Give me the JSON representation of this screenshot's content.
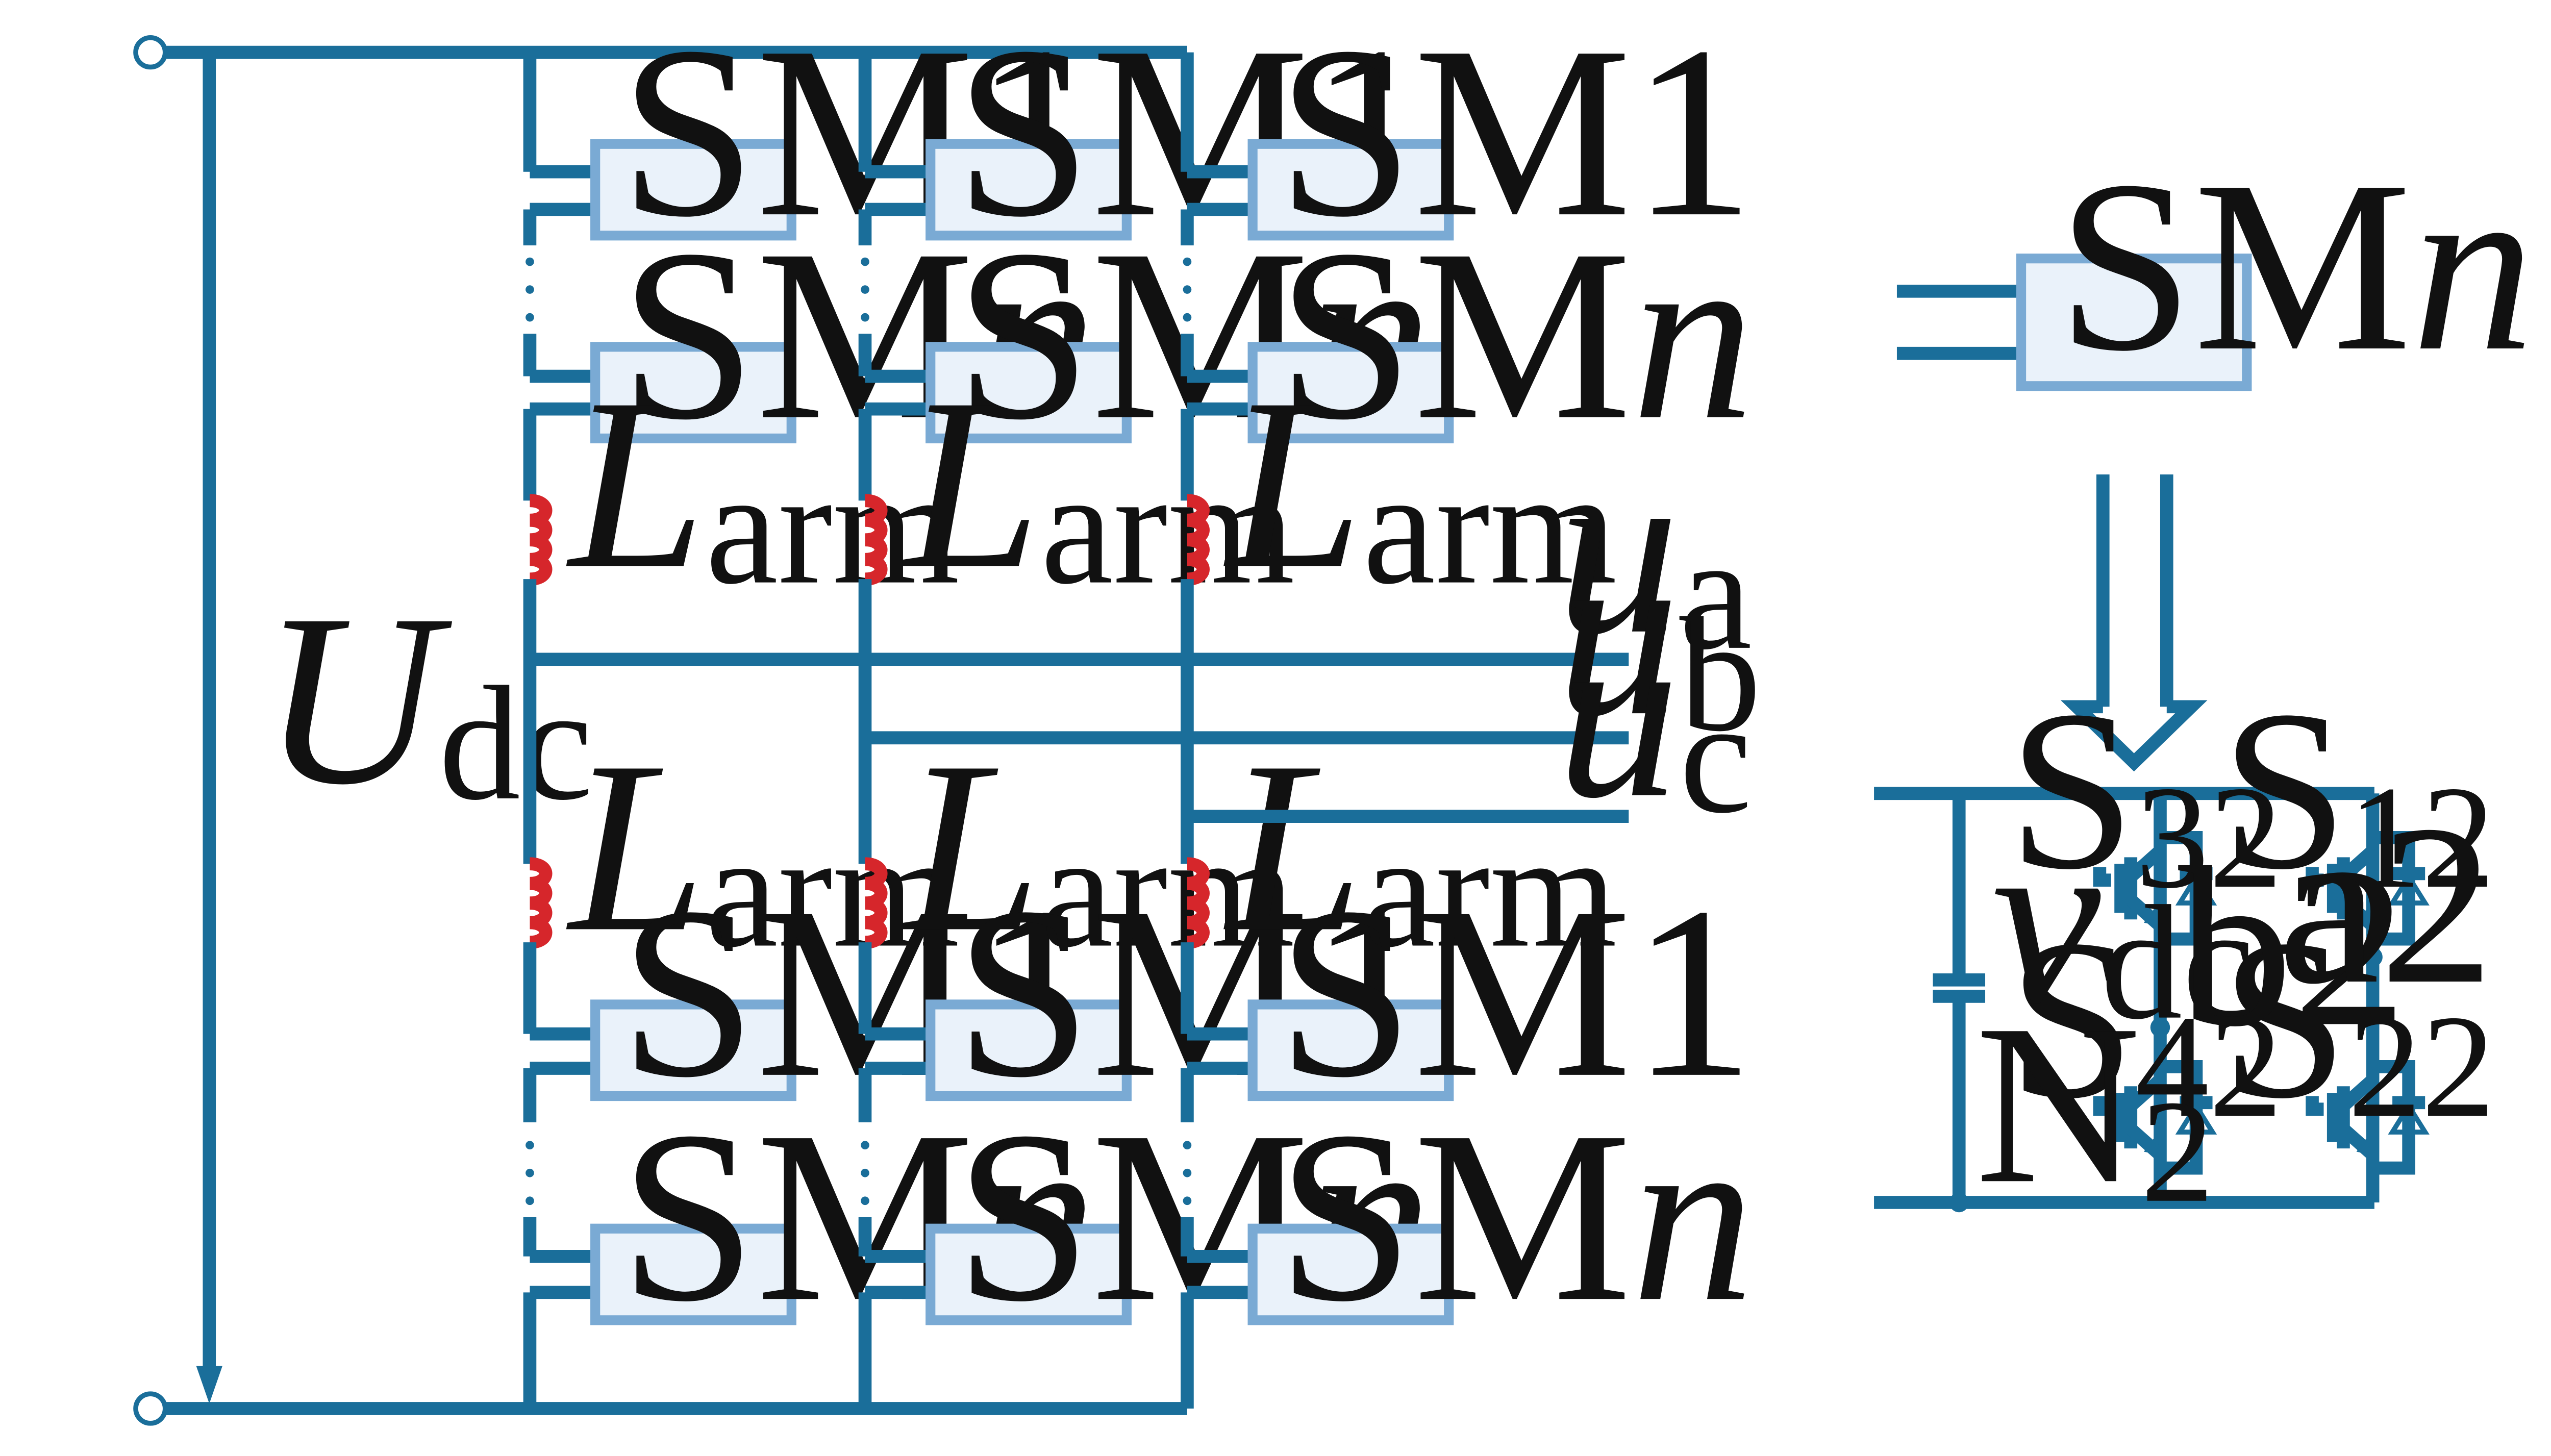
{
  "converter": {
    "dc_voltage": {
      "symbol": "U",
      "subscript": "dc"
    },
    "legs": [
      {
        "upper": [
          "SM1",
          "SMn"
        ],
        "lower": [
          "SM1",
          "SMn"
        ]
      },
      {
        "upper": [
          "SM1",
          "SMn"
        ],
        "lower": [
          "SM1",
          "SMn"
        ]
      },
      {
        "upper": [
          "SM1",
          "SMn"
        ],
        "lower": [
          "SM1",
          "SMn"
        ]
      }
    ],
    "sm_label_prefix": "SM",
    "sm_first_index": "1",
    "sm_last_index": "n",
    "arm_inductor": {
      "symbol": "L",
      "subscript": "arm"
    },
    "outputs": [
      {
        "symbol": "u",
        "subscript": "a"
      },
      {
        "symbol": "u",
        "subscript": "b"
      },
      {
        "symbol": "u",
        "subscript": "c"
      }
    ]
  },
  "submodule_detail": {
    "block": {
      "prefix": "SM",
      "index": "n"
    },
    "capacitor": {
      "symbol": "v",
      "subscript": "dc"
    },
    "switches": [
      {
        "name": "S",
        "subscript": "32"
      },
      {
        "name": "S",
        "subscript": "12"
      },
      {
        "name": "S",
        "subscript": "42"
      },
      {
        "name": "S",
        "subscript": "22"
      }
    ],
    "nodes": {
      "a2": "a2",
      "b2": "b2",
      "n2": {
        "name": "N",
        "subscript": "2"
      }
    }
  },
  "colors": {
    "wire": "#1a6e9a",
    "box_fill": "#eaf2fa",
    "box_border": "#7aaad4",
    "inductor": "#d6262b"
  }
}
